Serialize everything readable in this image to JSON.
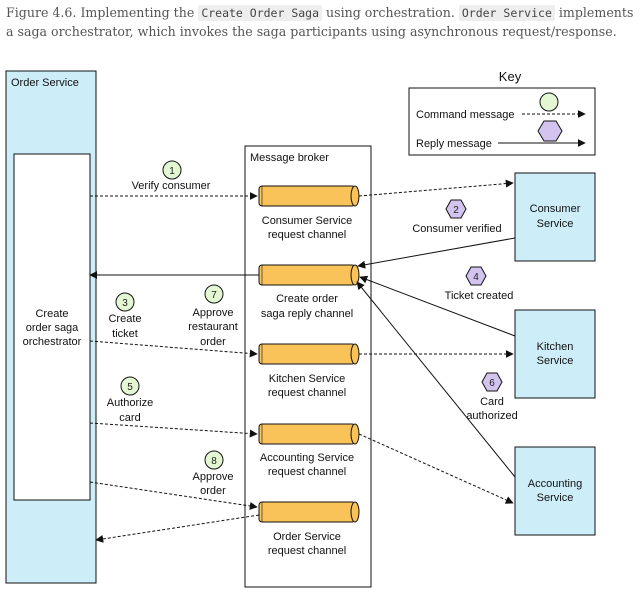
{
  "caption": {
    "prefix": "Figure 4.6. Implementing the ",
    "code1": "Create Order Saga",
    "middle": " using orchestration. ",
    "code2": "Order Service",
    "suffix": " implements a saga orchestrator, which invokes the saga participants using asynchronous request/response."
  },
  "order_service": {
    "title": "Order Service",
    "orchestrator": [
      "Create",
      "order saga",
      "orchestrator"
    ]
  },
  "broker": {
    "title": "Message broker",
    "channels": [
      [
        "Consumer Service",
        "request channel"
      ],
      [
        "Create order",
        "saga reply channel"
      ],
      [
        "Kitchen Service",
        "request channel"
      ],
      [
        "Accounting Service",
        "request channel"
      ],
      [
        "Order Service",
        "request channel"
      ]
    ]
  },
  "services": [
    [
      "Consumer",
      "Service"
    ],
    [
      "Kitchen",
      "Service"
    ],
    [
      "Accounting",
      "Service"
    ]
  ],
  "key": {
    "title": "Key",
    "command": "Command message",
    "reply": "Reply message"
  },
  "steps": [
    {
      "num": "1",
      "text": [
        "Verify consumer"
      ],
      "kind": "command"
    },
    {
      "num": "2",
      "text": [
        "Consumer verified"
      ],
      "kind": "reply"
    },
    {
      "num": "3",
      "text": [
        "Create",
        "ticket"
      ],
      "kind": "command"
    },
    {
      "num": "4",
      "text": [
        "Ticket created"
      ],
      "kind": "reply"
    },
    {
      "num": "5",
      "text": [
        "Authorize",
        "card"
      ],
      "kind": "command"
    },
    {
      "num": "6",
      "text": [
        "Card",
        "authorized"
      ],
      "kind": "reply"
    },
    {
      "num": "7",
      "text": [
        "Approve",
        "restaurant",
        "order"
      ],
      "kind": "command"
    },
    {
      "num": "8",
      "text": [
        "Approve",
        "order"
      ],
      "kind": "command"
    }
  ],
  "colors": {
    "service_fill": "#cdeef9",
    "channel_fill": "#f9c35a",
    "command_fill": "#e3f7d3",
    "reply_fill": "#d2c3ef",
    "line": "#111111"
  }
}
